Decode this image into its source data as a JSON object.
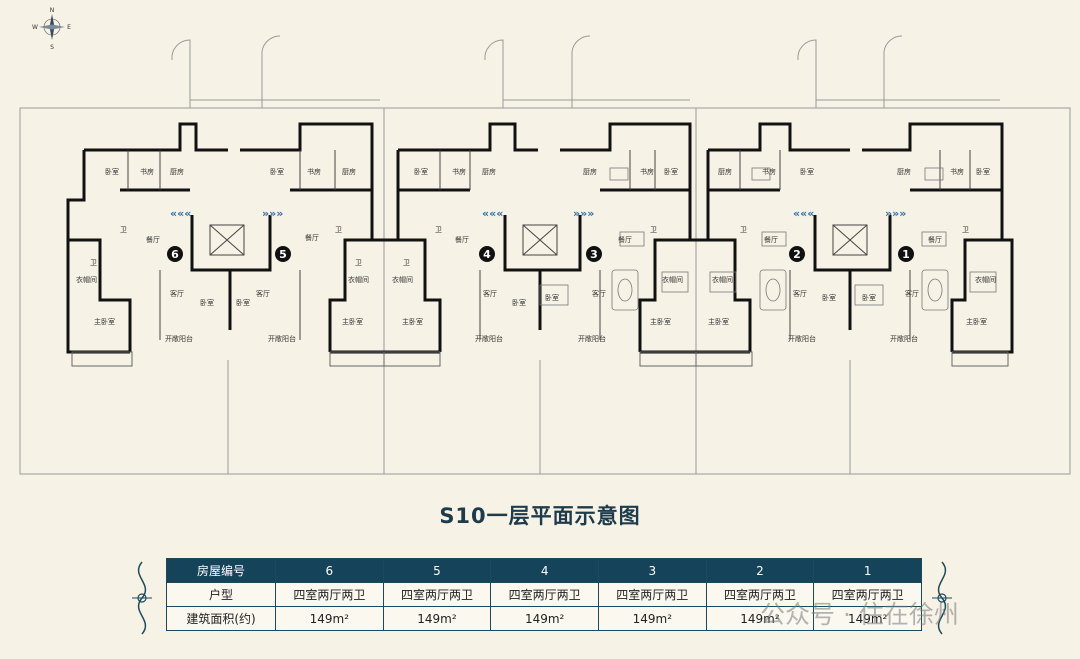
{
  "compass": {
    "n": "N",
    "s": "S",
    "e": "E",
    "w": "W"
  },
  "units": [
    {
      "id": "1",
      "badge": "1"
    },
    {
      "id": "2",
      "badge": "2"
    },
    {
      "id": "3",
      "badge": "3"
    },
    {
      "id": "4",
      "badge": "4"
    },
    {
      "id": "5",
      "badge": "5"
    },
    {
      "id": "6",
      "badge": "6"
    }
  ],
  "room_labels": {
    "bedroom": "卧室",
    "study": "书房",
    "kitchen": "厨房",
    "dining": "餐厅",
    "bath": "卫",
    "living": "客厅",
    "closet": "衣帽间",
    "master": "主卧室",
    "balcony": "开敞阳台"
  },
  "title": "S10一层平面示意图",
  "table": {
    "header": [
      "房屋编号",
      "6",
      "5",
      "4",
      "3",
      "2",
      "1"
    ],
    "rows": [
      [
        "户型",
        "四室两厅两卫",
        "四室两厅两卫",
        "四室两厅两卫",
        "四室两厅两卫",
        "四室两厅两卫",
        "四室两厅两卫"
      ],
      [
        "建筑面积(约)",
        "149m²",
        "149m²",
        "149m²",
        "149m²",
        "149m²",
        "149m²"
      ]
    ]
  },
  "colors": {
    "header_bg": "#14435a",
    "accent": "#2f6fa8",
    "wall": "#111111"
  },
  "watermark": "公众号 · 住在徐州"
}
